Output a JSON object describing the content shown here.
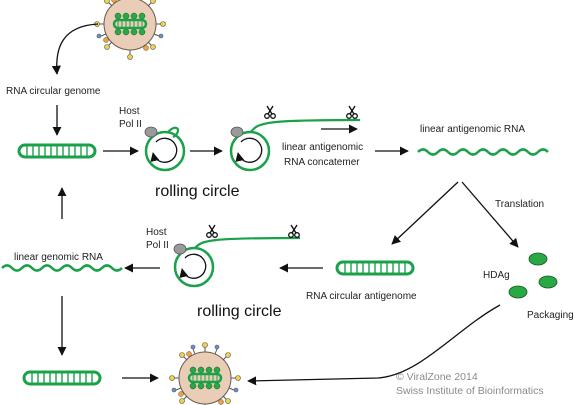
{
  "labels": {
    "rna_circular_genome": "RNA circular genome",
    "host_pol_top_1": "Host",
    "host_pol_top_2": "Pol II",
    "rolling_circle_top": "rolling circle",
    "concatemer_1": "linear antigenomic",
    "concatemer_2": "RNA concatemer",
    "linear_antigenomic": "linear antigenomic RNA",
    "translation": "Translation",
    "hdag": "HDAg",
    "packaging": "Packaging",
    "host_pol_bottom_1": "Host",
    "host_pol_bottom_2": "Pol II",
    "linear_genomic": "linear genomic RNA",
    "rna_circular_antigenome": "RNA circular antigenome",
    "rolling_circle_bottom": "rolling circle",
    "credit_1": "© ViralZone 2014",
    "credit_2": "Swiss Institute of Bioinformatics"
  },
  "colors": {
    "rna": "#1aa14a",
    "hdag": "#2aa845",
    "arrow": "#111111",
    "polymerase": "#9a9a9a",
    "virion_envelope": "#e9cdb6",
    "credit": "#8a8a8a"
  },
  "icons": [
    "virion-icon",
    "scissors-icon",
    "polymerase-icon",
    "rolling-circle-icon",
    "circular-rna-icon",
    "linear-rna-icon",
    "hdag-protein-icon"
  ]
}
